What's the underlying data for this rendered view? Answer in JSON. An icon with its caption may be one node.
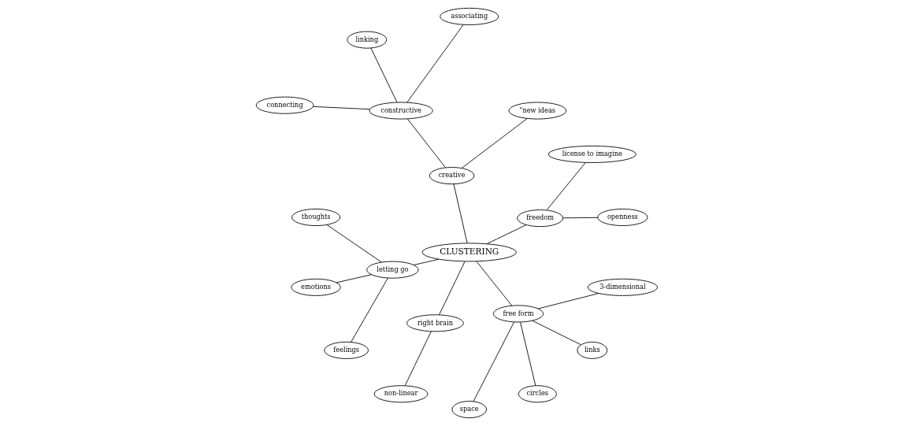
{
  "diagram": {
    "nodes": [
      {
        "text": [
          "CLUSTERING"
        ]
      },
      {
        "text": [
          "freedom"
        ]
      },
      {
        "text": [
          "openness"
        ]
      },
      {
        "text": [
          "license to imagine"
        ]
      },
      {
        "text": [
          "creative"
        ]
      },
      {
        "text": [
          "\"new ideas"
        ]
      },
      {
        "text": [
          "constructive"
        ]
      },
      {
        "text": [
          "associating"
        ]
      },
      {
        "text": [
          "linking"
        ]
      },
      {
        "text": [
          "connecting"
        ]
      },
      {
        "text": [
          "letting go"
        ]
      },
      {
        "text": [
          "thoughts"
        ]
      },
      {
        "text": [
          "emotions"
        ]
      },
      {
        "text": [
          "feelings"
        ]
      },
      {
        "text": [
          "right brain"
        ]
      },
      {
        "text": [
          "non-linear"
        ]
      },
      {
        "text": [
          "free form"
        ]
      },
      {
        "text": [
          "space"
        ]
      },
      {
        "text": [
          "circles"
        ]
      },
      {
        "text": [
          "links"
        ]
      },
      {
        "text": [
          "3-dimensional"
        ]
      }
    ],
    "edges": [
      {
        "from": 0,
        "to": 1,
        "arrow": "none"
      },
      {
        "from": 1,
        "to": 2,
        "arrow": "none"
      },
      {
        "from": 1,
        "to": 3,
        "arrow": "none"
      },
      {
        "from": 0,
        "to": 4,
        "arrow": "none"
      },
      {
        "from": 4,
        "to": 5,
        "arrow": "none"
      },
      {
        "from": 4,
        "to": 6,
        "arrow": "none"
      },
      {
        "from": 6,
        "to": 7,
        "arrow": "none"
      },
      {
        "from": 6,
        "to": 8,
        "arrow": "none"
      },
      {
        "from": 6,
        "to": 9,
        "arrow": "none"
      },
      {
        "from": 0,
        "to": 10,
        "arrow": "none"
      },
      {
        "from": 10,
        "to": 11,
        "arrow": "none"
      },
      {
        "from": 10,
        "to": 12,
        "arrow": "none"
      },
      {
        "from": 10,
        "to": 13,
        "arrow": "none"
      },
      {
        "from": 0,
        "to": 14,
        "arrow": "none"
      },
      {
        "from": 14,
        "to": 15,
        "arrow": "none"
      },
      {
        "from": 0,
        "to": 16,
        "arrow": "none"
      },
      {
        "from": 16,
        "to": 17,
        "arrow": "none"
      },
      {
        "from": 16,
        "to": 18,
        "arrow": "none"
      },
      {
        "from": 16,
        "to": 19,
        "arrow": "none"
      },
      {
        "from": 16,
        "to": 20,
        "arrow": "none"
      }
    ]
  }
}
